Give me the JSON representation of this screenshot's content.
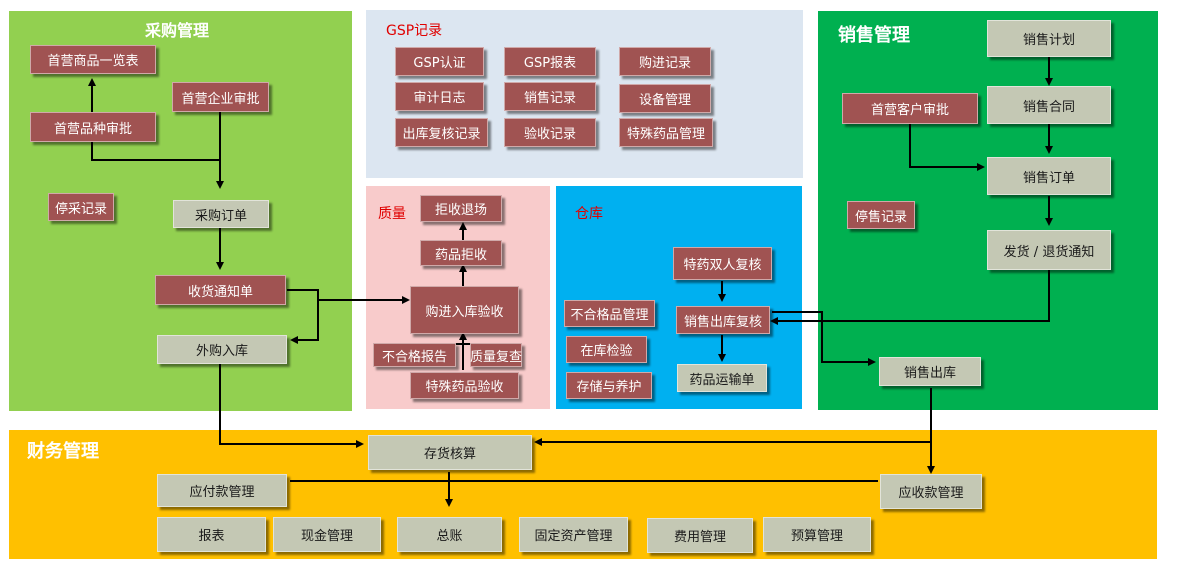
{
  "panels": {
    "purchase": {
      "title": "采购管理",
      "color": "#92d050"
    },
    "gsp": {
      "title": "GSP记录",
      "color": "#dce6f1"
    },
    "quality": {
      "title": "质量",
      "color": "#f8cbcb"
    },
    "warehouse": {
      "title": "仓库",
      "color": "#00b0f0"
    },
    "sales": {
      "title": "销售管理",
      "color": "#00b050"
    },
    "finance": {
      "title": "财务管理",
      "color": "#ffc000"
    }
  },
  "boxes": {
    "first_goods_list": "首营商品一览表",
    "first_enterprise_approval": "首营企业审批",
    "first_variety_approval": "首营品种审批",
    "stop_purchase_record": "停采记录",
    "purchase_order": "采购订单",
    "receipt_notice": "收货通知单",
    "outsourced_inbound": "外购入库",
    "gsp_certification": "GSP认证",
    "gsp_report": "GSP报表",
    "purchase_record": "购进记录",
    "audit_log": "审计日志",
    "sales_record": "销售记录",
    "equipment_management": "设备管理",
    "outbound_recheck_record": "出库复核记录",
    "acceptance_record": "验收记录",
    "special_drug_management": "特殊药品管理",
    "reject_return": "拒收退场",
    "drug_rejection": "药品拒收",
    "purchase_inbound_acceptance": "购进入库验收",
    "nonconformity_report": "不合格报告",
    "quality_recheck": "质量复查",
    "special_drug_acceptance": "特殊药品验收",
    "special_drug_double_check": "特药双人复核",
    "nonconforming_goods_management": "不合格品管理",
    "sales_outbound_recheck": "销售出库复核",
    "in_stock_inspection": "在库检验",
    "storage_maintenance": "存储与养护",
    "drug_transport_order": "药品运输单",
    "sales_plan": "销售计划",
    "first_customer_approval": "首营客户审批",
    "sales_contract": "销售合同",
    "sales_order": "销售订单",
    "stop_sale_record": "停售记录",
    "delivery_return_notice": "发货 / 退货通知",
    "sales_outbound": "销售出库",
    "inventory_accounting": "存货核算",
    "payables_management": "应付款管理",
    "receivables_management": "应收款管理",
    "reports": "报表",
    "cash_management": "现金管理",
    "general_ledger": "总账",
    "fixed_asset_management": "固定资产管理",
    "expense_management": "费用管理",
    "budget_management": "预算管理"
  }
}
